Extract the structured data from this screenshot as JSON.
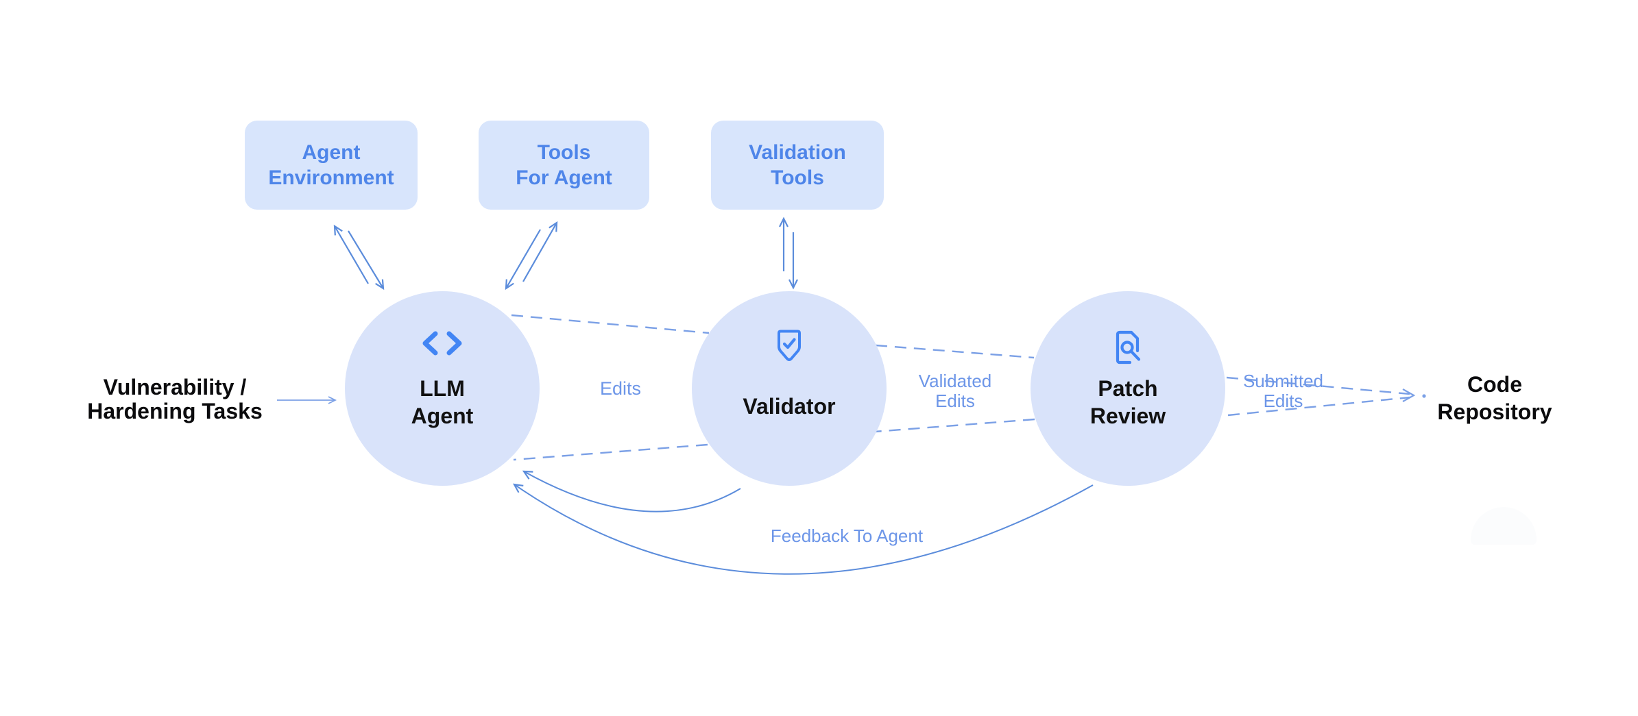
{
  "diagram": {
    "boxes": [
      {
        "line1": "Agent",
        "line2": "Environment"
      },
      {
        "line1": "Tools",
        "line2": "For Agent"
      },
      {
        "line1": "Validation",
        "line2": "Tools"
      }
    ],
    "nodes": [
      {
        "icon": "code-icon",
        "line1": "LLM",
        "line2": "Agent"
      },
      {
        "icon": "shield-check-icon",
        "label": "Validator"
      },
      {
        "icon": "document-search-icon",
        "line1": "Patch",
        "line2": "Review"
      }
    ],
    "left_input": {
      "line1": "Vulnerability /",
      "line2": "Hardening Tasks"
    },
    "right_output": {
      "line1": "Code",
      "line2": "Repository"
    },
    "flow_labels": {
      "edits": "Edits",
      "validated_line1": "Validated",
      "validated_line2": "Edits",
      "submitted_line1": "Submitted",
      "submitted_line2": "Edits",
      "feedback": "Feedback To Agent"
    },
    "colors": {
      "box_fill": "#d8e5fc",
      "node_fill": "#d9e3fa",
      "box_text": "#4e85e9",
      "node_text": "#111111",
      "flow_label": "#6d96e8",
      "dash_line": "#7ba0e6",
      "solid_arrow": "#5b8cdb",
      "icon_blue": "#4285f4"
    }
  }
}
